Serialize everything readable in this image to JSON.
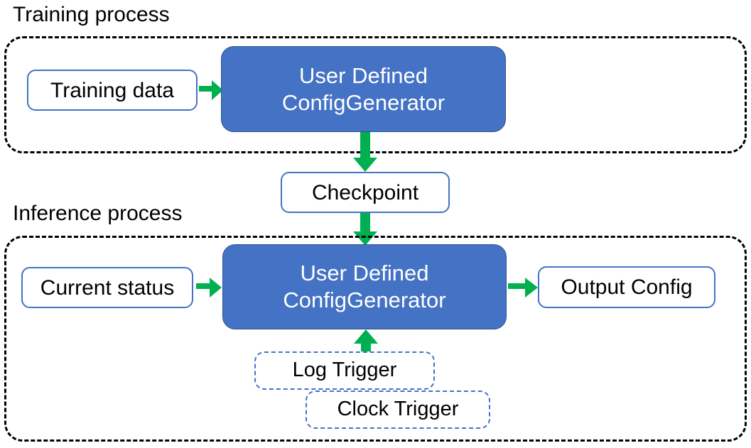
{
  "diagram": {
    "title_training": "Training process",
    "title_inference": "Inference process",
    "colors": {
      "process_fill": "#4472C4",
      "process_text": "#FFFFFF",
      "node_border": "#4472C4",
      "arrow": "#00B050",
      "group_border": "#000000",
      "text": "#000000",
      "background": "#FFFFFF"
    },
    "nodes": {
      "training_data": "Training data",
      "config_generator_training_line1": "User Defined",
      "config_generator_training_line2": "ConfigGenerator",
      "checkpoint": "Checkpoint",
      "current_status": "Current status",
      "config_generator_inference_line1": "User Defined",
      "config_generator_inference_line2": "ConfigGenerator",
      "output_config": "Output Config",
      "log_trigger": "Log Trigger",
      "clock_trigger": "Clock Trigger"
    },
    "edges": [
      {
        "from": "training_data",
        "to": "config_generator_training",
        "direction": "right"
      },
      {
        "from": "config_generator_training",
        "to": "checkpoint",
        "direction": "down"
      },
      {
        "from": "checkpoint",
        "to": "config_generator_inference",
        "direction": "down"
      },
      {
        "from": "current_status",
        "to": "config_generator_inference",
        "direction": "right"
      },
      {
        "from": "config_generator_inference",
        "to": "output_config",
        "direction": "right"
      },
      {
        "from": "log_trigger",
        "to": "config_generator_inference",
        "direction": "up"
      }
    ]
  }
}
